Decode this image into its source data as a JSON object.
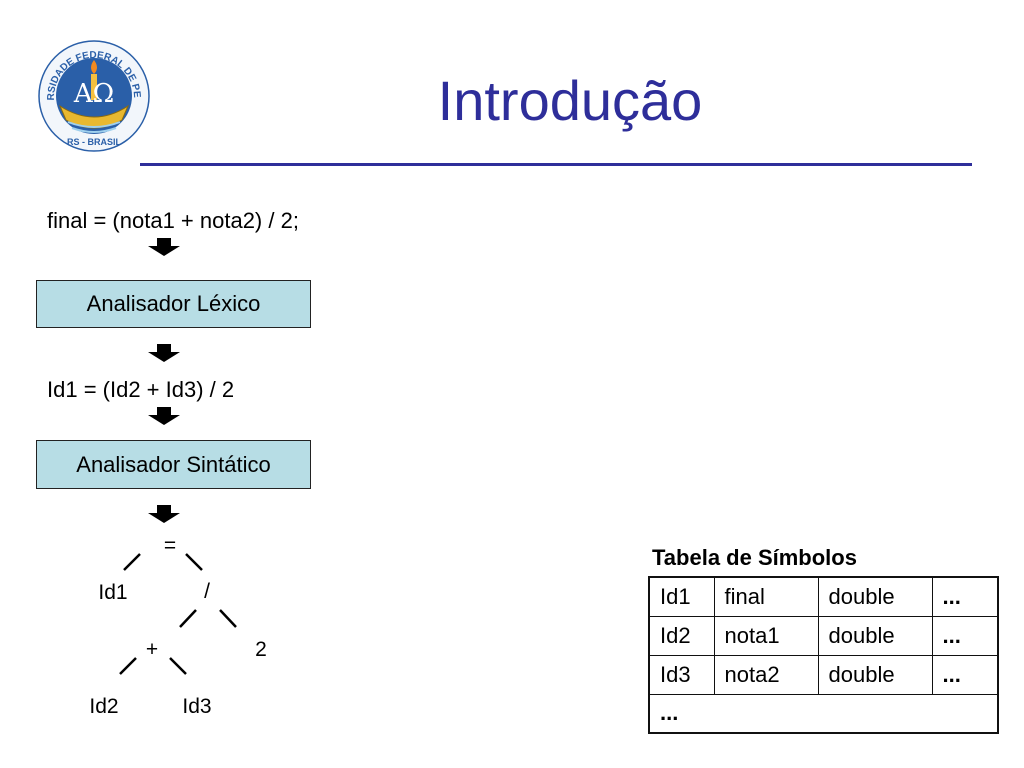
{
  "slide": {
    "title": "Introdução",
    "logo": {
      "ring_text": "UNIVERSIDADE FEDERAL DE PELOTAS",
      "bottom_text": "RS - BRASIL",
      "center_text": "AΩ"
    }
  },
  "pipeline": {
    "source_code": "final = (nota1 + nota2) / 2;",
    "lexer_label": "Analisador Léxico",
    "tokens": "Id1 = (Id2 + Id3) / 2",
    "parser_label": "Analisador Sintático"
  },
  "tree": {
    "root": "=",
    "left": "Id1",
    "div": "/",
    "plus": "+",
    "two": "2",
    "id2": "Id2",
    "id3": "Id3"
  },
  "symbol_table": {
    "title": "Tabela de Símbolos",
    "rows": [
      [
        "Id1",
        "final",
        "double",
        "..."
      ],
      [
        "Id2",
        "nota1",
        "double",
        "..."
      ],
      [
        "Id3",
        "nota2",
        "double",
        "..."
      ]
    ],
    "last_row": "..."
  },
  "colors": {
    "title": "#2e2e9a",
    "box_fill": "#b7dde5",
    "logo_blue": "#2a5fa8",
    "logo_gold": "#e8b830"
  }
}
